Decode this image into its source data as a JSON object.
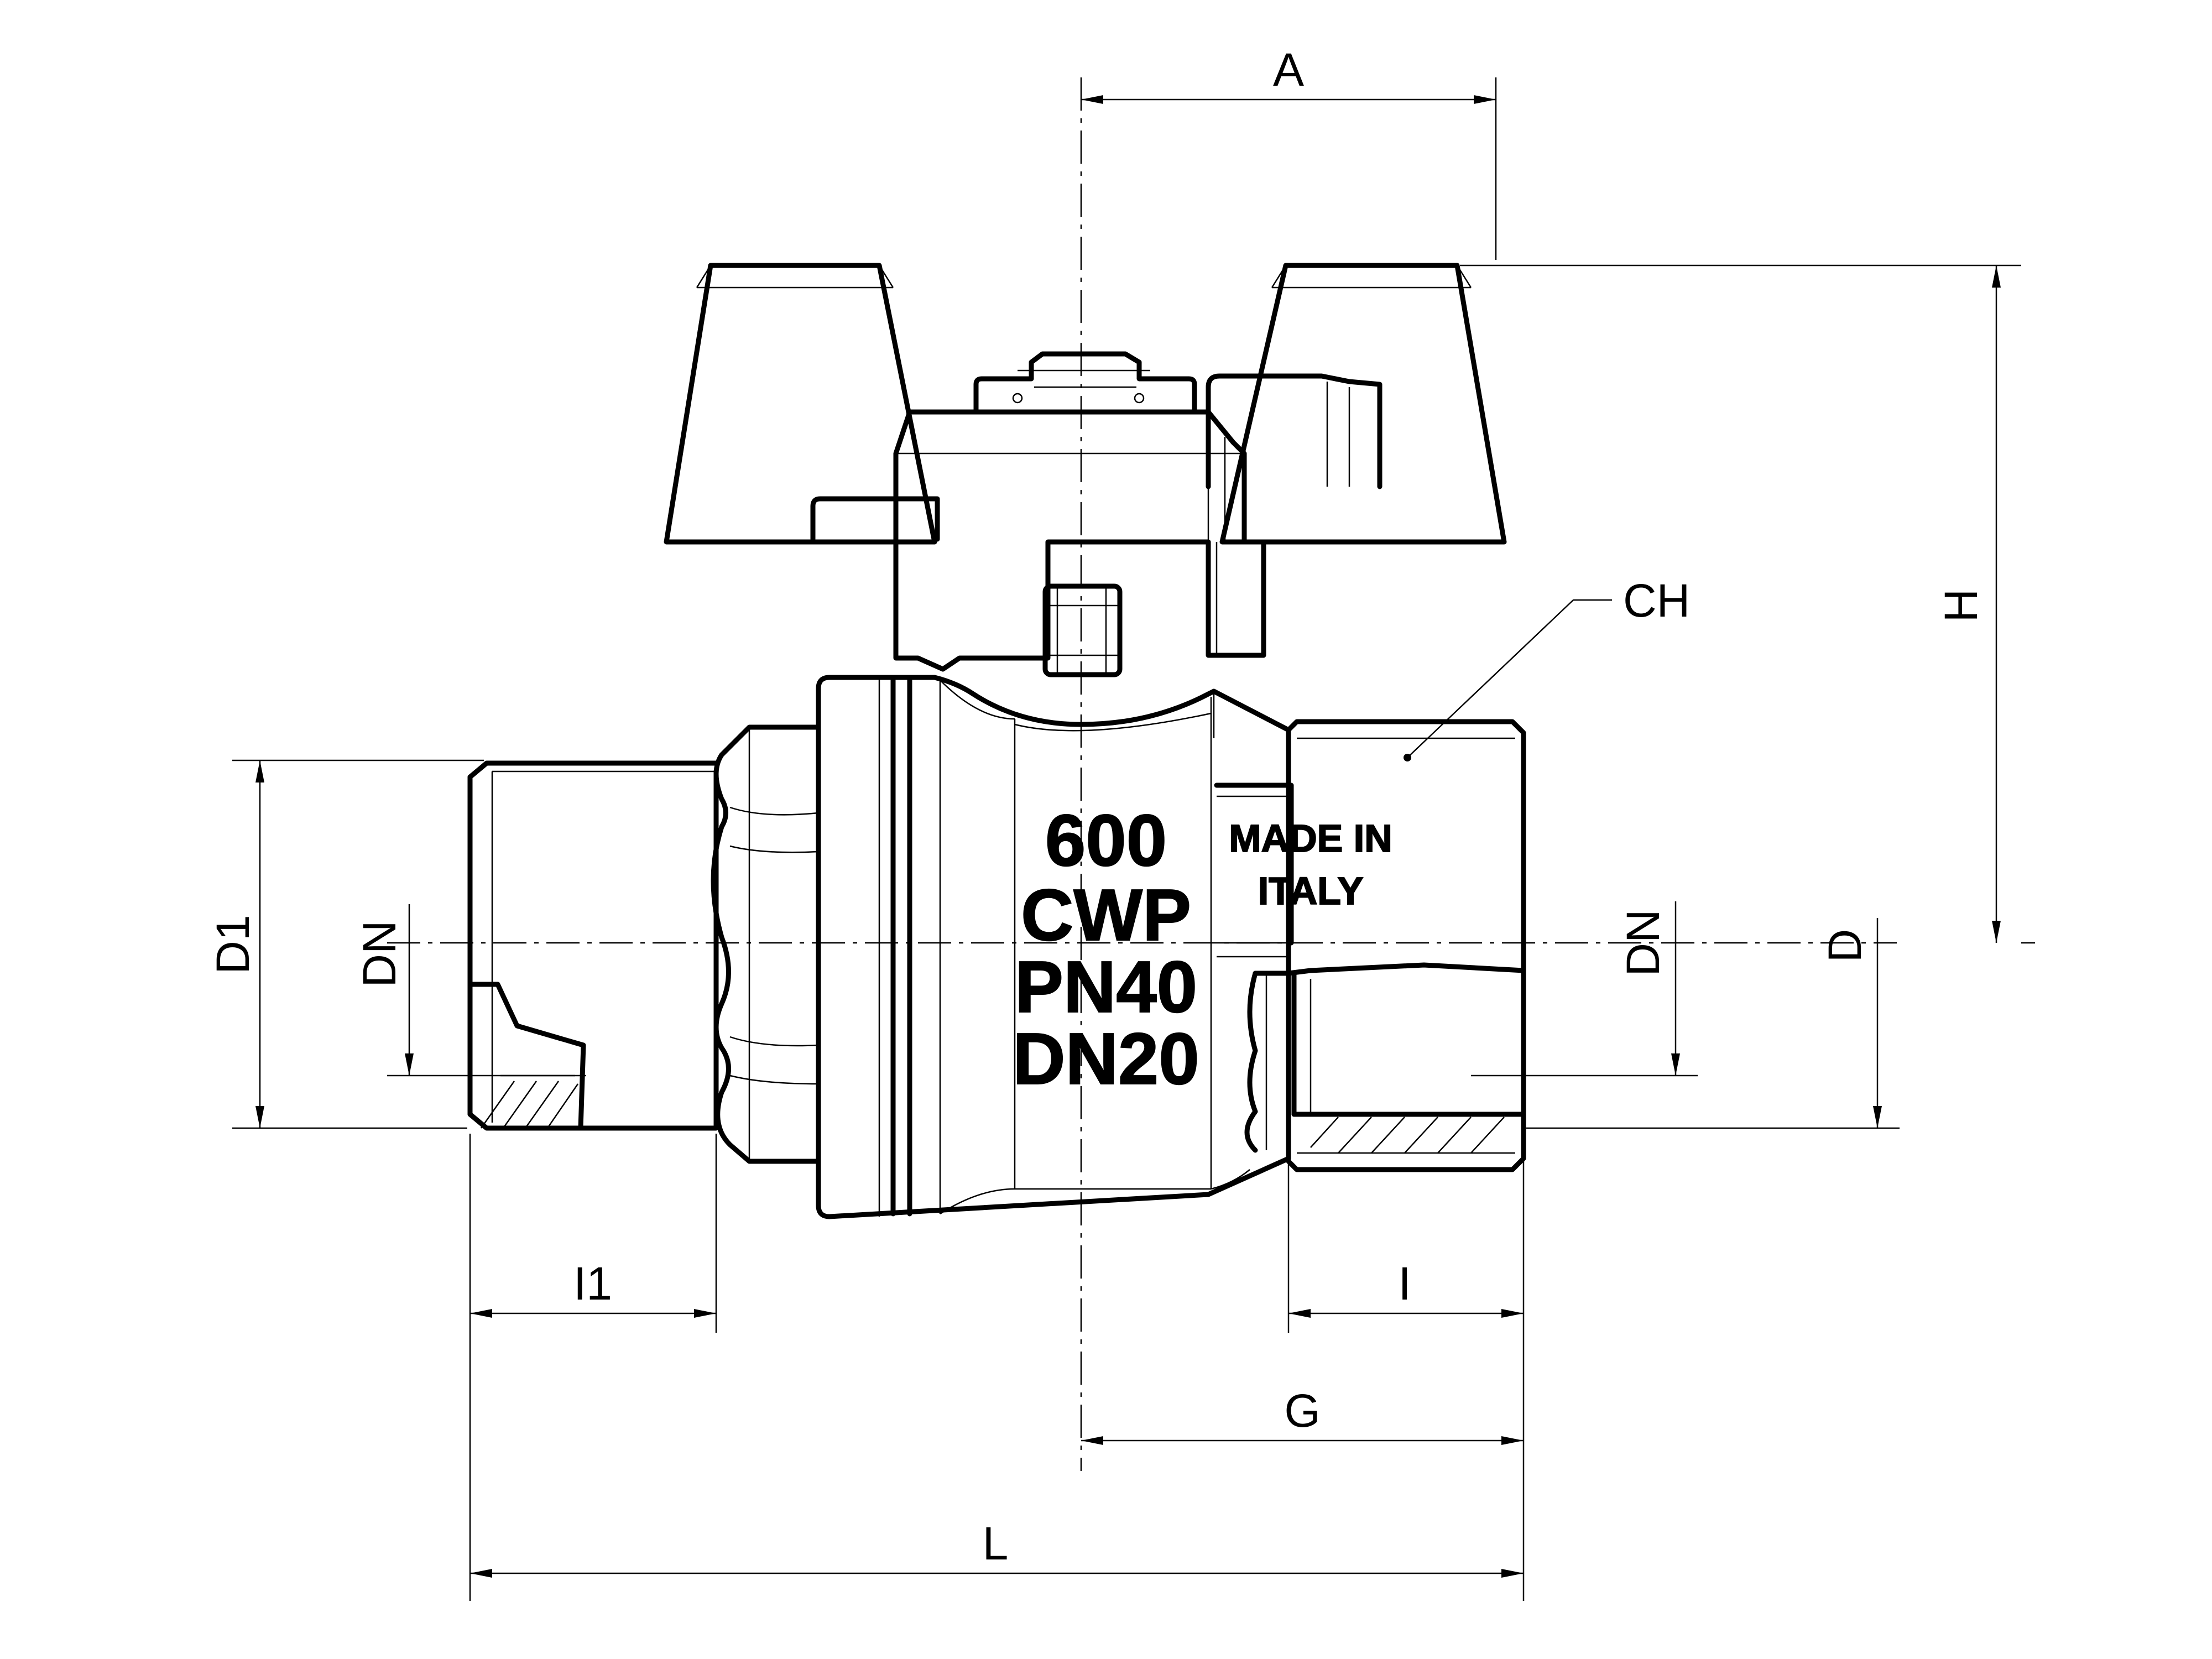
{
  "dimensions": {
    "A": "A",
    "H": "H",
    "CH": "CH",
    "D1": "D1",
    "DN_left": "DN",
    "DN_right": "DN",
    "D": "D",
    "I1": "I1",
    "I": "I",
    "G": "G",
    "L": "L"
  },
  "body_marking": {
    "line1": "600",
    "line2": "CWP",
    "line3": "PN40",
    "line4": "DN20"
  },
  "origin_marking": {
    "line1": "MADE IN",
    "line2": "ITALY"
  }
}
